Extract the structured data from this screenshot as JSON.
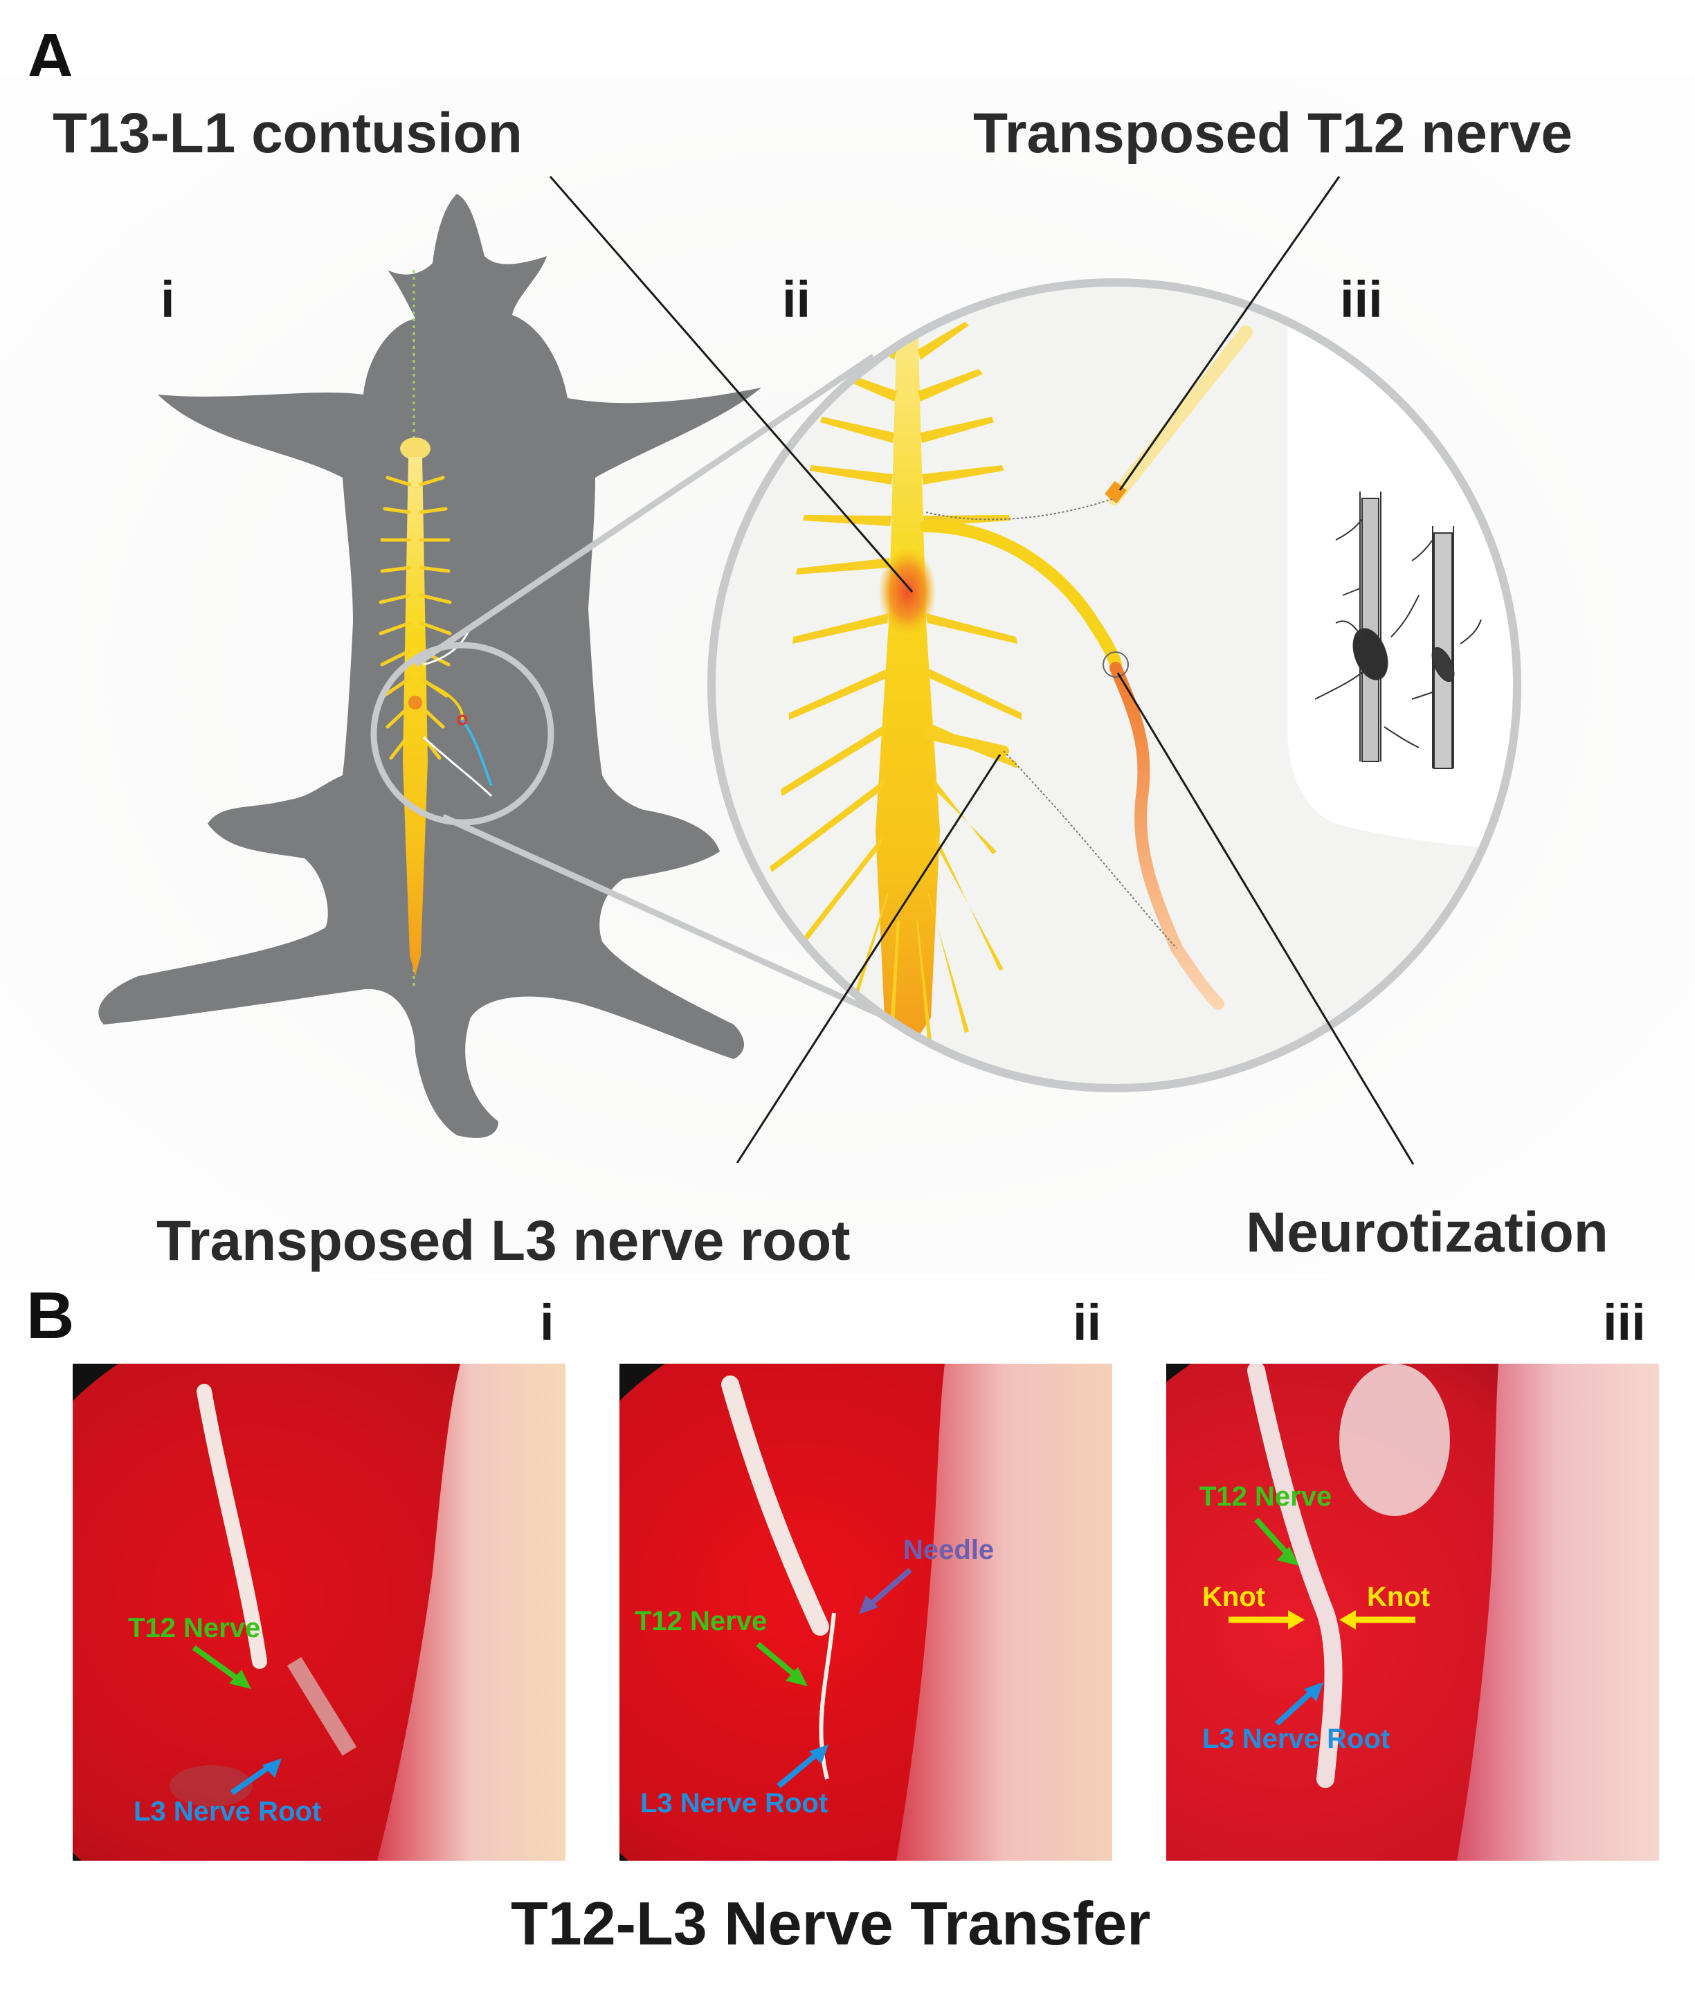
{
  "panel_a": {
    "letter": "A",
    "labels": {
      "contusion": "T13-L1 contusion",
      "t12": "Transposed T12 nerve",
      "l3": "Transposed L3 nerve root",
      "neurotization": "Neurotization"
    },
    "sub": [
      "i",
      "ii",
      "iii"
    ]
  },
  "panel_b": {
    "letter": "B",
    "sub": [
      "i",
      "ii",
      "iii"
    ],
    "photo_i": {
      "t12": "T12 Nerve",
      "l3": "L3 Nerve Root"
    },
    "photo_ii": {
      "needle": "Needle",
      "t12": "T12 Nerve",
      "l3": "L3 Nerve Root"
    },
    "photo_iii": {
      "t12": "T12 Nerve",
      "knot_left": "Knot",
      "knot_right": "Knot",
      "l3": "L3 Nerve Root"
    },
    "title": "T12-L3 Nerve Transfer"
  },
  "colors": {
    "rat_body": "#7b7c7e",
    "cord_yellow": "#f5d21a",
    "cord_orange": "#f29b1c",
    "nerve_orange": "#f07a2a",
    "circle_gray": "#c8c9ca",
    "label_green": "#38c21a",
    "label_blue": "#1e90e0",
    "label_yellow": "#ffe500",
    "label_purple": "#6a5fb0"
  }
}
